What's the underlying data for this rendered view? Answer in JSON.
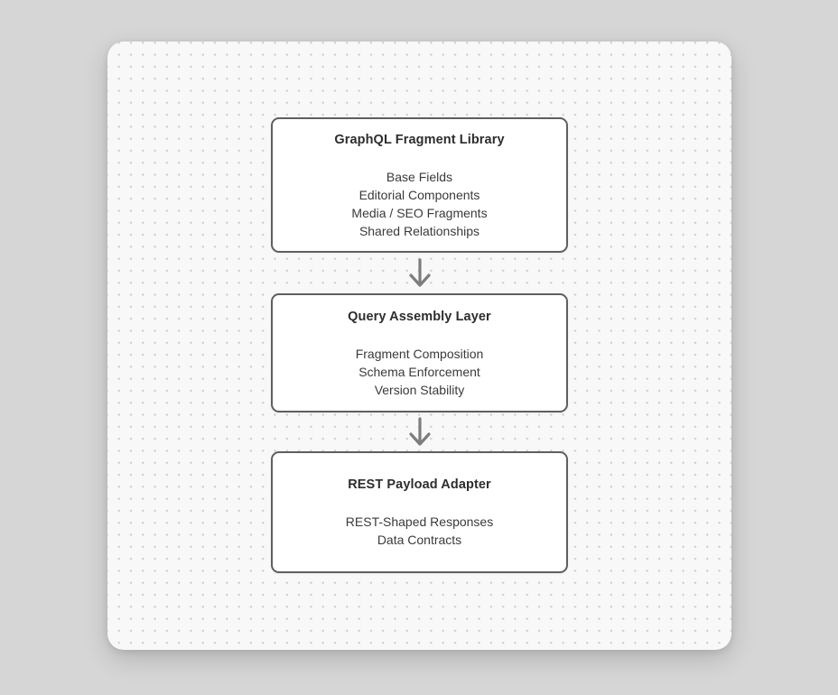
{
  "page": {
    "background_color": "#d5d6d5"
  },
  "canvas": {
    "background_color": "#f7f8f7",
    "dot_color": "#d2d2d2"
  },
  "diagram": {
    "nodes": [
      {
        "title": "GraphQL Fragment Library",
        "items": [
          "Base Fields",
          "Editorial Components",
          "Media / SEO Fragments",
          "Shared Relationships"
        ]
      },
      {
        "title": "Query Assembly Layer",
        "items": [
          "Fragment Composition",
          "Schema Enforcement",
          "Version Stability"
        ]
      },
      {
        "title": "REST Payload Adapter",
        "items": [
          "REST-Shaped Responses",
          "Data Contracts"
        ]
      }
    ],
    "connectors": [
      {
        "icon": "arrow-down-icon",
        "from": "GraphQL Fragment Library",
        "to": "Query Assembly Layer"
      },
      {
        "icon": "arrow-down-icon",
        "from": "Query Assembly Layer",
        "to": "REST Payload Adapter"
      }
    ],
    "colors": {
      "node_border": "#5f5f5f",
      "node_background": "#ffffff",
      "title_text": "#2d2d2d",
      "item_text": "#3a3a3a",
      "arrow": "#7d7d7d"
    }
  }
}
